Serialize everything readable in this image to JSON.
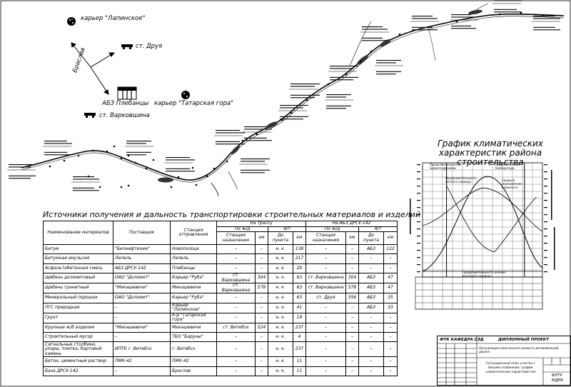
{
  "map": {
    "labels": {
      "quarry_lapinskoe": "карьер \"Лапинское\"",
      "station_drui": "ст. Друя",
      "direction_braslav": "Браслав",
      "abz_plebancy": "АБЗ Плебанцы",
      "quarry_tatarskaya": "карьер \"Татарская гора\"",
      "station_varkovshchina": "ст. Варковшина"
    }
  },
  "materials_table": {
    "title": "Источники получения и дальность транспортировки строительных материалов и изделий",
    "headers": {
      "name": "Наименование материалов",
      "supplier": "Поставщик",
      "station": "Станция отправления",
      "to_route": "На трассу",
      "to_abz": "На АБЗ ДРСУ-142",
      "by_rail": "По ж/д",
      "by_road": "А/т",
      "dest_station": "Станция назначения",
      "km": "км",
      "to_point": "До пункта"
    },
    "rows": [
      {
        "name": "Битум",
        "supplier": "\"Белнефтехим\"",
        "station": "Новополоцк",
        "r_station": "–",
        "r_km": "–",
        "a_point": "н. к.",
        "a_km": "138",
        "b_station": "–",
        "b_km": "–",
        "c_point": "АБЗ",
        "c_km": "122"
      },
      {
        "name": "Битумная эмульсия",
        "supplier": "Лепель",
        "station": "Лепель",
        "r_station": "–",
        "r_km": "–",
        "a_point": "н. к.",
        "a_km": "217",
        "b_station": "–",
        "b_km": "–",
        "c_point": "–",
        "c_km": "–"
      },
      {
        "name": "Асфальтобетонная смесь",
        "supplier": "АБЗ ДРСУ-142",
        "station": "Плебанцы",
        "r_station": "–",
        "r_km": "–",
        "a_point": "н. к.",
        "a_km": "20",
        "b_station": "–",
        "b_km": "–",
        "c_point": "–",
        "c_km": "–"
      },
      {
        "name": "Щебень доломитовый",
        "supplier": "ОАО \"Доломит\"",
        "station": "Карьер \"Руба\"",
        "r_station": "ст. Варковшина",
        "r_km": "304",
        "a_point": "н. к.",
        "a_km": "63",
        "b_station": "ст. Варковшина",
        "b_km": "304",
        "c_point": "АБЗ",
        "c_km": "47"
      },
      {
        "name": "Щебень гранитный",
        "supplier": "\"Микашевичи\"",
        "station": "Микашевичи",
        "r_station": "ст. Варковшина",
        "r_km": "578",
        "a_point": "н. к.",
        "a_km": "63",
        "b_station": "ст. Варковшина",
        "b_km": "578",
        "c_point": "АБЗ",
        "c_km": "47"
      },
      {
        "name": "Минеральный порошок",
        "supplier": "ОАО \"Доломит\"",
        "station": "Карьер \"Руба\"",
        "r_station": "–",
        "r_km": "–",
        "a_point": "н. к.",
        "a_km": "63",
        "b_station": "ст. Друя",
        "b_km": "356",
        "c_point": "АБЗ",
        "c_km": "35"
      },
      {
        "name": "ПГС природная",
        "supplier": "–",
        "station": "Карьер \"Лапинское\"",
        "r_station": "–",
        "r_km": "–",
        "a_point": "н. к.",
        "a_km": "41",
        "b_station": "–",
        "b_km": "–",
        "c_point": "АБЗ",
        "c_km": "33"
      },
      {
        "name": "Грунт",
        "supplier": "–",
        "station": "К-р \"Татарская гора\"",
        "r_station": "–",
        "r_km": "–",
        "a_point": "н. к.",
        "a_km": "19",
        "b_station": "–",
        "b_km": "–",
        "c_point": "–",
        "c_km": "–"
      },
      {
        "name": "Крупные ж/б изделия",
        "supplier": "\"Микашевичи\"",
        "station": "Микашевичи",
        "r_station": "ст. Витебск",
        "r_km": "524",
        "a_point": "н. к.",
        "a_km": "237",
        "b_station": "–",
        "b_km": "–",
        "c_point": "–",
        "c_km": "–"
      },
      {
        "name": "Строительный мусор",
        "supplier": "–",
        "station": "ТБО \"Баруны\"",
        "r_station": "–",
        "r_km": "–",
        "a_point": "н. к.",
        "a_km": "4",
        "b_station": "–",
        "b_km": "–",
        "c_point": "–",
        "c_km": "–"
      },
      {
        "name": "Сигнальные столбики, упоры, плитка, бортовой камень",
        "supplier": "ИПТК г. Витебск",
        "station": "г. Витебск",
        "r_station": "–",
        "r_km": "–",
        "a_point": "н. к.",
        "a_km": "237",
        "b_station": "–",
        "b_km": "–",
        "c_point": "–",
        "c_km": "–"
      },
      {
        "name": "Бетон, цементный раствор",
        "supplier": "ПМК-42",
        "station": "ПМК-42",
        "r_station": "–",
        "r_km": "–",
        "a_point": "н. к.",
        "a_km": "11",
        "b_station": "–",
        "b_km": "–",
        "c_point": "–",
        "c_km": "–"
      },
      {
        "name": "База ДРСУ-142",
        "supplier": "–",
        "station": "Браслав",
        "r_station": "–",
        "r_km": "–",
        "a_point": "н. к.",
        "a_km": "11",
        "b_station": "–",
        "b_km": "–",
        "c_point": "–",
        "c_km": "–"
      }
    ]
  },
  "climate_graph": {
    "title": "График климатических характеристик района строительства",
    "annotations": {
      "a1": "Продолжительность зимнего времени",
      "a2": "Среднемесячная температура",
      "a3": "Средняя многолетняя влажность",
      "a4": "Продолжительность летнего периода",
      "a5": "Продолжительность осенне-весеннего периода"
    }
  },
  "stamp": {
    "department": "ФТК КАФЕДРА СЭД",
    "project": "ДИПЛОМНЫЙ ПРОЕКТ",
    "subtitle": "Организация капитального ремонта автомобильной дороги",
    "sheet_title": "Ситуационный план участка с боками снабжения, график климатических характеристик",
    "org": "БНТУ",
    "group": "МДРБ"
  }
}
